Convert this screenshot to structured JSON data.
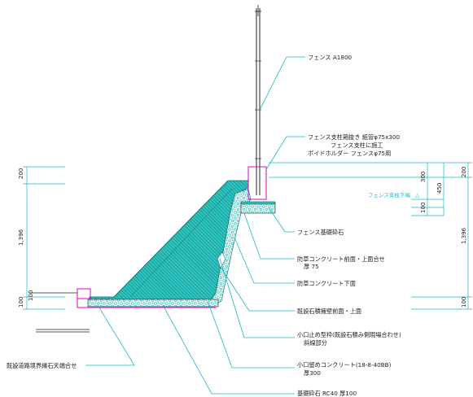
{
  "labels": {
    "fence": "フェンス A1800",
    "post_void_1": "フェンス支柱箱抜き 紙管φ75x300",
    "post_void_2": "フェンス支柱に施工",
    "post_void_3": "ボイドホルダー フェンスφ75用",
    "fence_bottom": "フェンス支柱下端",
    "fence_base": "フェンス基礎砕石",
    "weed_front_1": "防草コンクリート前面・上面合せ",
    "weed_front_2": "厚 75",
    "weed_bottom": "防草コンクリート下面",
    "existing_wall": "既設石積擁壁前面・上面",
    "form_1": "小口止め型枠(既設石積み側現場合わせ)",
    "form_2": "斜線部分",
    "concrete_1": "小口留めコンクリート(18-8-40BB)",
    "concrete_2": "厚300",
    "base_stone": "基礎砕石 RC40  厚100",
    "curb": "既設道路境界縁石天端合せ"
  },
  "dimensions": {
    "left_top": "200",
    "left_mid": "1,396",
    "left_bottom": "100",
    "left_small": "100",
    "right_300": "300",
    "right_450": "450",
    "right_100": "100",
    "right_top": "200",
    "right_mid": "1,396",
    "right_bottom": "100"
  },
  "colors": {
    "fill": "#2ec4c0",
    "hatch": "#0a6f6d",
    "magenta": "#e600c8",
    "leader": "#19b6c8",
    "line": "#222222",
    "gravel": "#2ec4c0"
  }
}
